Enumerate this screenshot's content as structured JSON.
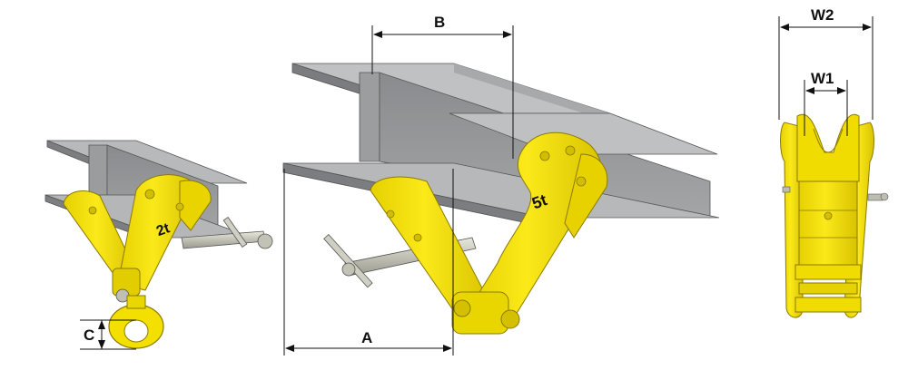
{
  "dimensions": {
    "a": "A",
    "b": "B",
    "c": "C",
    "w1": "W1",
    "w2": "W2"
  },
  "clamps": [
    {
      "capacity": "2t"
    },
    {
      "capacity": "5t"
    }
  ],
  "colors": {
    "clamp_yellow": "#f5e000",
    "clamp_shadow": "#c9b400",
    "beam_web": "#8f9092",
    "beam_flange_top": "#b7b8ba",
    "beam_flange_side": "#7c7d80",
    "screw": "#c9c9bd",
    "dimension_line": "#111111"
  },
  "icons": [
    "i-beam",
    "beam-clamp-small",
    "beam-clamp-large",
    "beam-clamp-front-view"
  ]
}
